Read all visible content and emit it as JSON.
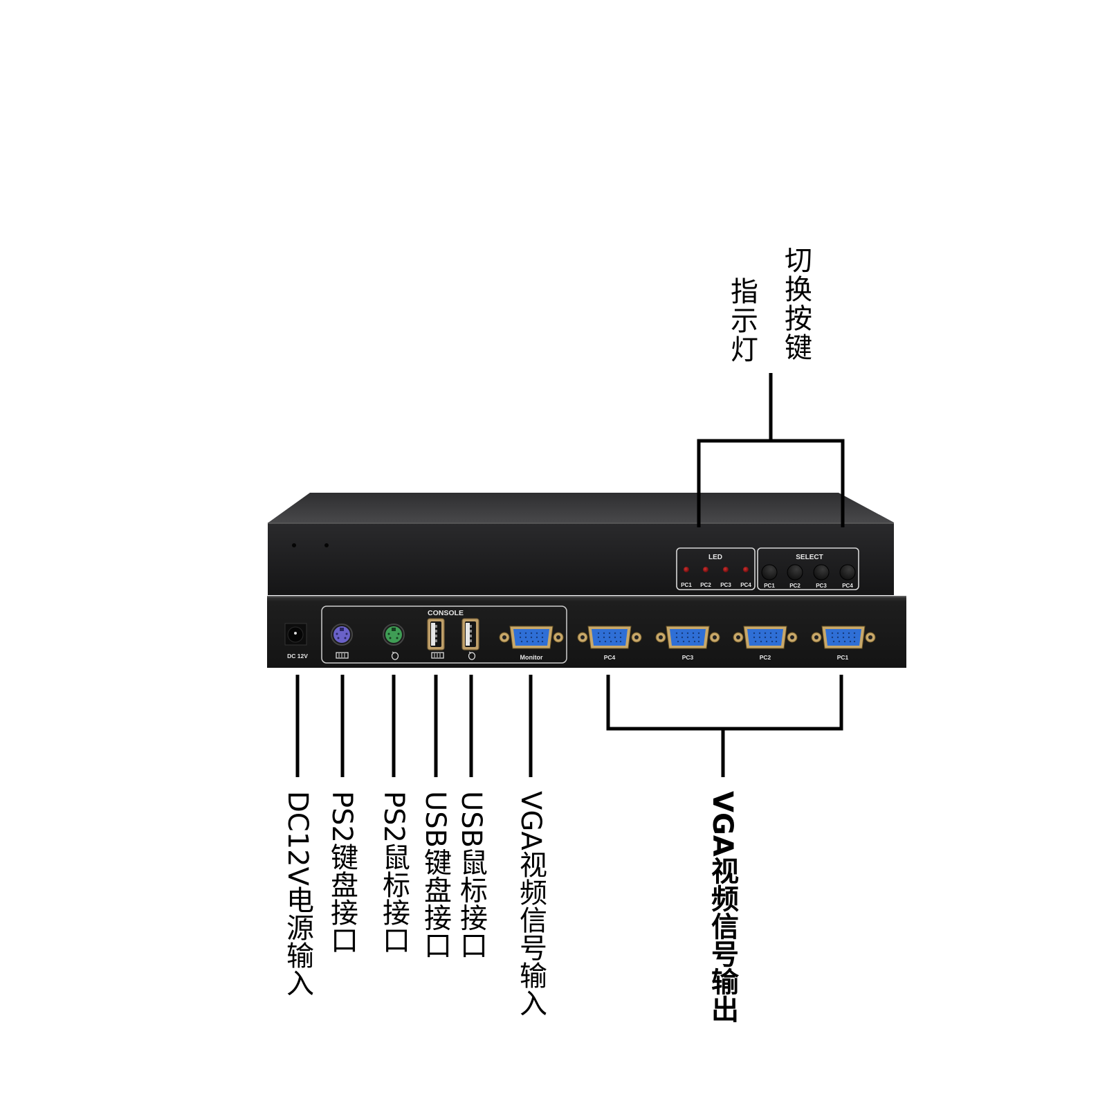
{
  "diagram": {
    "subject": "4-port VGA KVM switch",
    "colors": {
      "background": "#ffffff",
      "chassis_top": "#3a3a3c",
      "chassis_front": "#1c1c1e",
      "rear_panel": "#1a1a1a",
      "panel_outline": "#d8d8d8",
      "led_red": "#8b1010",
      "vga_blue": "#2f6fd6",
      "vga_gold": "#c8a86a",
      "ps2_keyboard": "#6a62c8",
      "ps2_mouse": "#3f9d55",
      "callout_line": "#000000"
    },
    "front_panel": {
      "led_group": {
        "title": "LED",
        "indicators": [
          "PC1",
          "PC2",
          "PC3",
          "PC4"
        ]
      },
      "select_group": {
        "title": "SELECT",
        "buttons": [
          "PC1",
          "PC2",
          "PC3",
          "PC4"
        ]
      }
    },
    "rear_panel": {
      "power_label": "DC 12V",
      "console_group_title": "CONSOLE",
      "console_ports": [
        {
          "type": "ps2-keyboard",
          "icon": "keyboard-icon"
        },
        {
          "type": "ps2-mouse",
          "icon": "mouse-icon"
        },
        {
          "type": "usb-keyboard",
          "icon": "keyboard-icon"
        },
        {
          "type": "usb-mouse",
          "icon": "mouse-icon"
        }
      ],
      "monitor_label": "Monitor",
      "pc_ports": [
        "PC4",
        "PC3",
        "PC2",
        "PC1"
      ]
    },
    "callouts_top": {
      "indicator": "指示灯",
      "switch_buttons": "切换按键"
    },
    "callouts_bottom": [
      {
        "id": "dc",
        "text": "DC12V电源输入"
      },
      {
        "id": "ps2kb",
        "text": "PS2键盘接口"
      },
      {
        "id": "ps2ms",
        "text": "PS2鼠标接口"
      },
      {
        "id": "usbkb",
        "text": "USB键盘接口"
      },
      {
        "id": "usbms",
        "text": "USB鼠标接口"
      },
      {
        "id": "vgain",
        "text": "VGA视频信号输入"
      },
      {
        "id": "vgaout",
        "text": "VGA视频信号输出"
      }
    ]
  }
}
